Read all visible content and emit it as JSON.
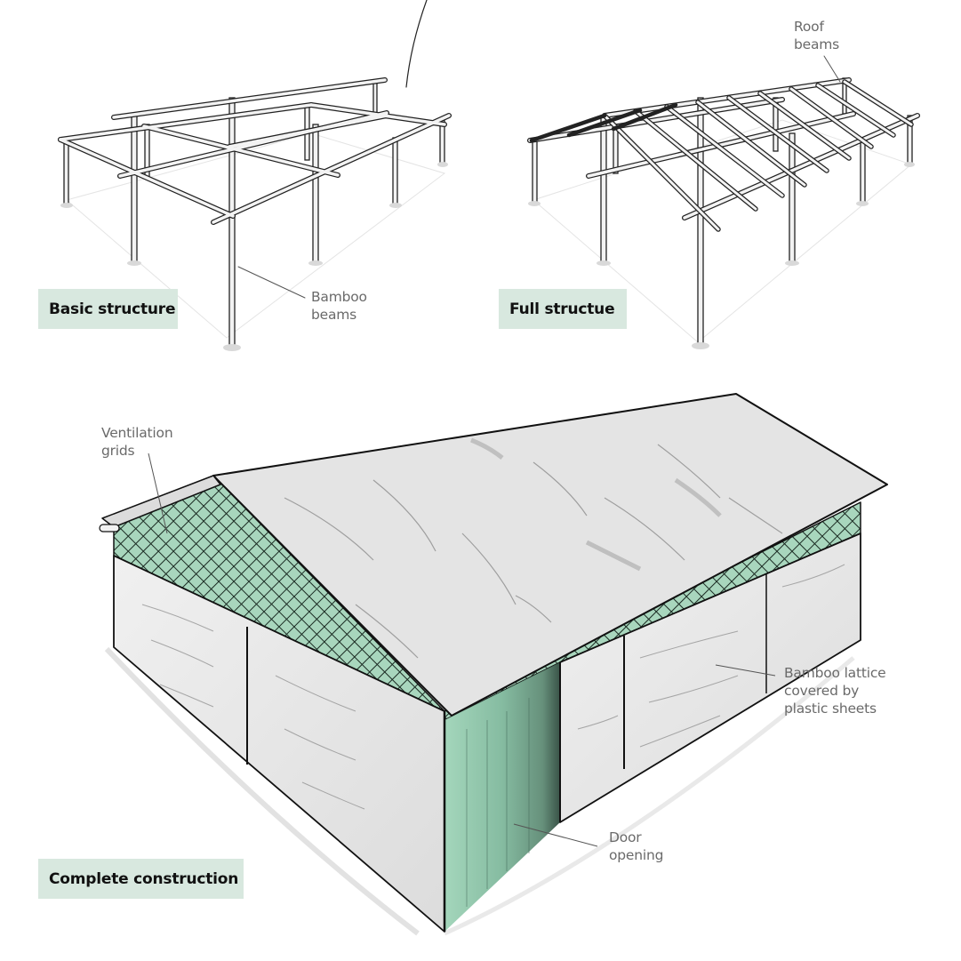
{
  "panels": {
    "basic": {
      "title": "Basic structure",
      "callouts": [
        {
          "id": "bamboo-beams",
          "text": "Bamboo\nbeams"
        }
      ]
    },
    "full": {
      "title": "Full structue",
      "callouts": [
        {
          "id": "roof-beams",
          "text": "Roof\nbeams"
        }
      ]
    },
    "complete": {
      "title": "Complete construction",
      "callouts": [
        {
          "id": "ventilation-grids",
          "text": "Ventilation\ngrids"
        },
        {
          "id": "bamboo-lattice",
          "text": "Bamboo lattice\ncovered by\nplastic sheets"
        },
        {
          "id": "door-opening",
          "text": "Door\nopening"
        }
      ]
    }
  },
  "colors": {
    "label_bg": "#d8e8df",
    "accent_green": "#9fd4b8",
    "roof_gray": "#e2e2e2",
    "wall_gray": "#e6e6e6",
    "line": "#111111",
    "callout_text": "#6a6a6a"
  }
}
